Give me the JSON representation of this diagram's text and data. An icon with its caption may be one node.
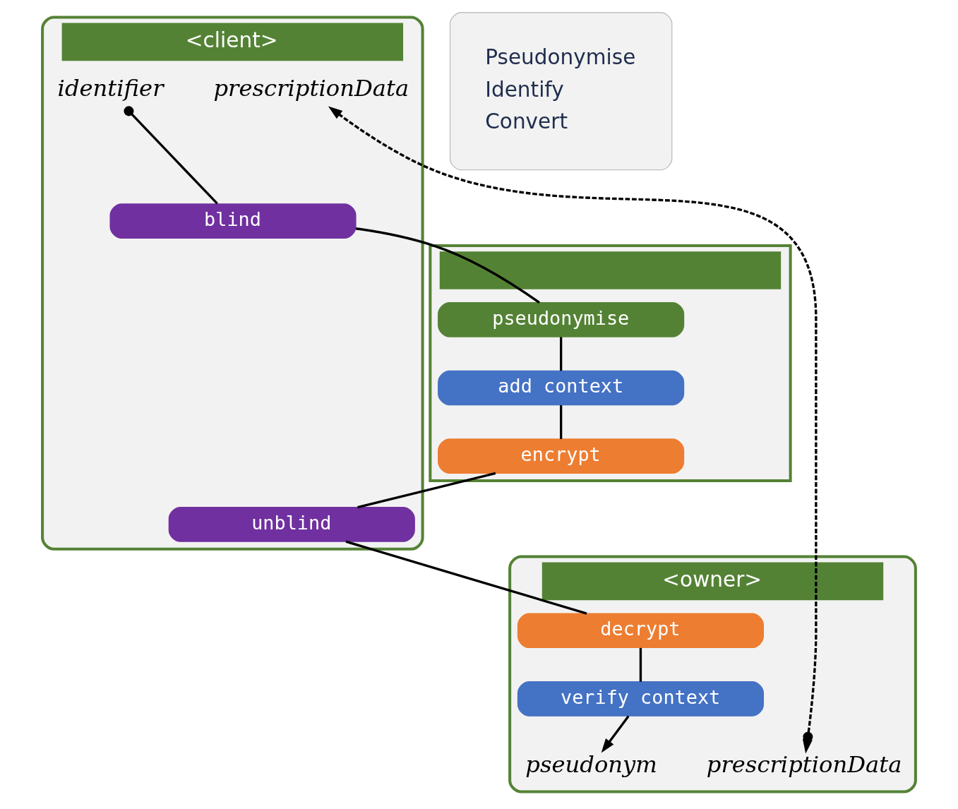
{
  "diagram": {
    "nodes": [
      {
        "text": [
          "<client>"
        ]
      },
      {
        "text": [
          "prescriptionData"
        ],
        "in": 0
      },
      {
        "text": [
          "identifier"
        ],
        "in": 0
      },
      {
        "text": [
          "blind"
        ],
        "in": 0
      },
      {
        "text": [
          "unblind"
        ],
        "in": 0
      },
      {
        "text": [],
        "shape": "box"
      },
      {
        "text": [
          "pseudonymise"
        ],
        "in": 5
      },
      {
        "text": [
          "add context"
        ],
        "in": 5
      },
      {
        "text": [
          "encrypt"
        ],
        "in": 5
      },
      {
        "text": [
          "<owner>"
        ]
      },
      {
        "text": [
          "decrypt"
        ],
        "in": 9
      },
      {
        "text": [
          "verify context"
        ],
        "in": 9
      },
      {
        "text": [
          "prescriptionData"
        ],
        "in": 9
      },
      {
        "text": [
          "pseudonym"
        ],
        "in": 9
      },
      {
        "text": [
          "Pseudonymise",
          "Identify",
          "Convert"
        ]
      }
    ],
    "edges": [
      {
        "from": 1,
        "to": 12,
        "arrow": "both",
        "style": "dashed"
      },
      {
        "from": 2,
        "to": 3,
        "arrow": "other"
      },
      {
        "from": 3,
        "to": 6,
        "arrow": "none"
      },
      {
        "from": 6,
        "to": 7,
        "arrow": "none"
      },
      {
        "from": 7,
        "to": 8,
        "arrow": "none"
      },
      {
        "from": 8,
        "to": 4,
        "arrow": "none"
      },
      {
        "from": 4,
        "to": 10,
        "arrow": "none"
      },
      {
        "from": 10,
        "to": 11,
        "arrow": "none"
      },
      {
        "from": 11,
        "to": 13,
        "arrow": "to"
      }
    ]
  }
}
